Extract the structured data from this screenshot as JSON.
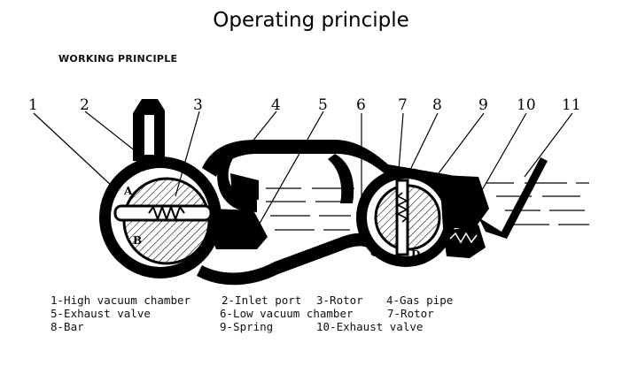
{
  "title": "Operating principle",
  "subtitle": "WORKING PRINCIPLE",
  "callouts": [
    "1",
    "2",
    "3",
    "4",
    "5",
    "6",
    "7",
    "8",
    "9",
    "10",
    "11"
  ],
  "letters": [
    "A",
    "B",
    "C",
    "D"
  ],
  "legend": [
    [
      "1-High vacuum chamber",
      "2-Inlet port",
      "3-Rotor",
      "4-Gas pipe"
    ],
    [
      "5-Exhaust valve",
      "6-Low vacuum chamber",
      "7-Rotor"
    ],
    [
      "8-Bar",
      "9-Spring",
      "10-Exhaust valve"
    ]
  ],
  "colors": {
    "ink": "#000000",
    "background": "#ffffff"
  }
}
